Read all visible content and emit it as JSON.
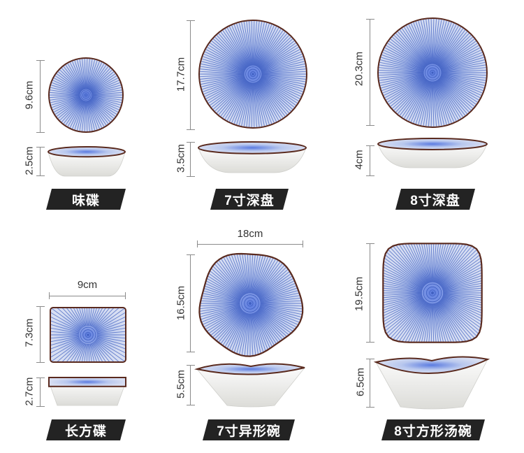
{
  "items": [
    {
      "name": "味碟",
      "diameter": "9.6cm",
      "height": "2.5cm",
      "shape": "round-plate"
    },
    {
      "name": "7寸深盘",
      "diameter": "17.7cm",
      "height": "3.5cm",
      "shape": "round-plate"
    },
    {
      "name": "8寸深盘",
      "diameter": "20.3cm",
      "height": "4cm",
      "shape": "round-plate"
    },
    {
      "name": "长方碟",
      "width": "9cm",
      "diameter": "7.3cm",
      "height": "2.7cm",
      "shape": "rect-dish"
    },
    {
      "name": "7寸异形碗",
      "width": "18cm",
      "diameter": "16.5cm",
      "height": "5.5cm",
      "shape": "irregular-bowl"
    },
    {
      "name": "8寸方形汤碗",
      "diameter": "19.5cm",
      "height": "6.5cm",
      "shape": "square-bowl"
    }
  ],
  "colors": {
    "glaze_blue": "#3f5fc0",
    "rim_brown": "#5a2a1e",
    "badge_bg": "#232323",
    "porcelain": "#f4f4f2"
  }
}
